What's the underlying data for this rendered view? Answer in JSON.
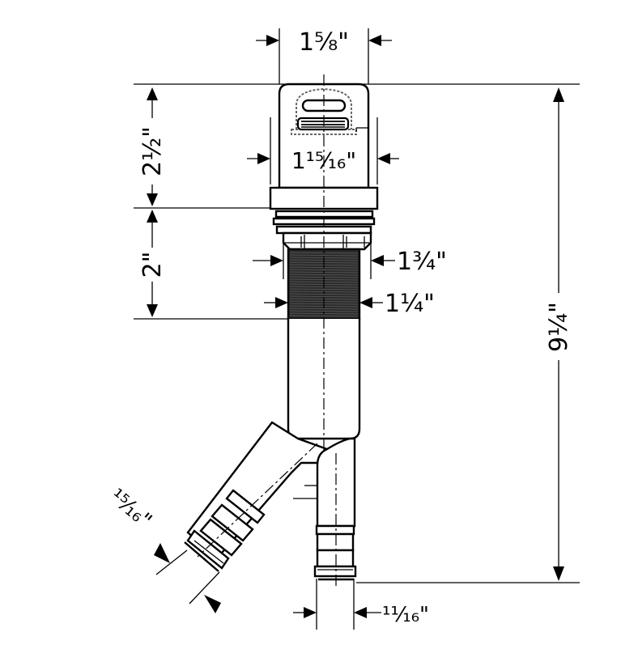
{
  "dimensions": {
    "top_width": "1⅝\"",
    "cap_inner_width": "1¹⁵⁄₁₆\"",
    "cap_height": "2½\"",
    "thread_height": "2\"",
    "thread_outer_diameter": "1¾\"",
    "thread_inner_diameter": "1¼\"",
    "total_height": "9¼\"",
    "hose_angled_diameter": "¹⁵⁄₁₆\"",
    "hose_straight_diameter": "¹¹⁄₁₆\""
  }
}
